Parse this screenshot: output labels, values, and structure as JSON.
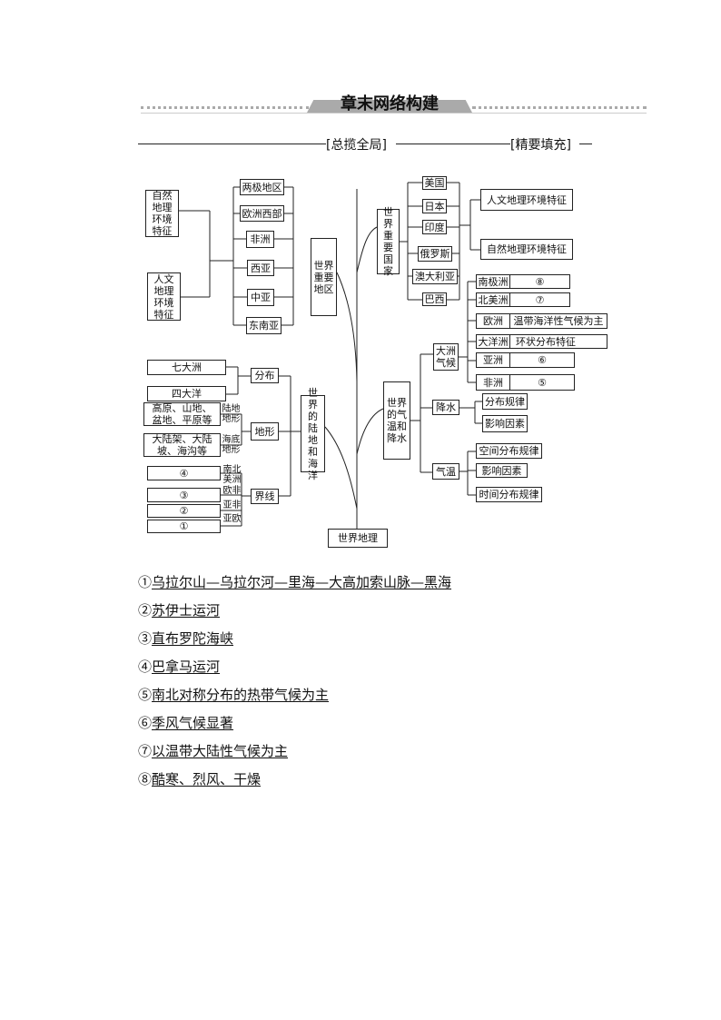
{
  "header": {
    "title": "章末网络构建",
    "section_left": "[总揽全局]",
    "section_right": "[精要填充]"
  },
  "root": "世界地理",
  "regions": {
    "label": "世界重要地区",
    "items": [
      "两极地区",
      "欧洲西部",
      "非洲",
      "西亚",
      "中亚",
      "东南亚"
    ],
    "features": [
      "自然地理环境特征",
      "人文地理环境特征"
    ]
  },
  "countries": {
    "label": "世界重要国家",
    "items": [
      "美国",
      "日本",
      "印度",
      "俄罗斯",
      "澳大利亚",
      "巴西"
    ],
    "features": [
      "人文地理环境特征",
      "自然地理环境特征"
    ]
  },
  "land_ocean": {
    "label": "世界的陆地和海洋",
    "distribution": {
      "label": "分布",
      "items": [
        "七大洲",
        "四大洋"
      ]
    },
    "terrain": {
      "label": "地形",
      "items": [
        "高原、山地、盆地、平原等",
        "大陆架、大陆坡、海沟等"
      ],
      "tags": [
        "陆地地形",
        "海底地形"
      ]
    },
    "boundaries": {
      "label": "界线",
      "items": [
        "④",
        "③",
        "②",
        "①"
      ],
      "tags": [
        "南北美洲",
        "欧非",
        "亚非",
        "亚欧"
      ]
    }
  },
  "climate": {
    "label": "世界的气温和降水",
    "continent_climate": {
      "label": "大洲气候",
      "rows": [
        {
          "continent": "南极洲",
          "value": "⑧"
        },
        {
          "continent": "北美洲",
          "value": "⑦"
        },
        {
          "continent": "欧洲",
          "value": "温带海洋性气候为主"
        },
        {
          "continent": "大洋洲",
          "value": "环状分布特征"
        },
        {
          "continent": "亚洲",
          "value": "⑥"
        },
        {
          "continent": "非洲",
          "value": "⑤"
        }
      ]
    },
    "precipitation": {
      "label": "降水",
      "items": [
        "分布规律",
        "影响因素"
      ]
    },
    "temperature": {
      "label": "气温",
      "items": [
        "空间分布规律",
        "影响因素",
        "时间分布规律"
      ]
    }
  },
  "answers": [
    {
      "num": "①",
      "text": "乌拉尔山—乌拉尔河—里海—大高加索山脉—黑海"
    },
    {
      "num": "②",
      "text": "苏伊士运河"
    },
    {
      "num": "③",
      "text": "直布罗陀海峡"
    },
    {
      "num": "④",
      "text": "巴拿马运河"
    },
    {
      "num": "⑤",
      "text": "南北对称分布的热带气候为主"
    },
    {
      "num": "⑥",
      "text": "季风气候显著"
    },
    {
      "num": "⑦",
      "text": "以温带大陆性气候为主"
    },
    {
      "num": "⑧",
      "text": "酷寒、烈风、干燥"
    }
  ]
}
